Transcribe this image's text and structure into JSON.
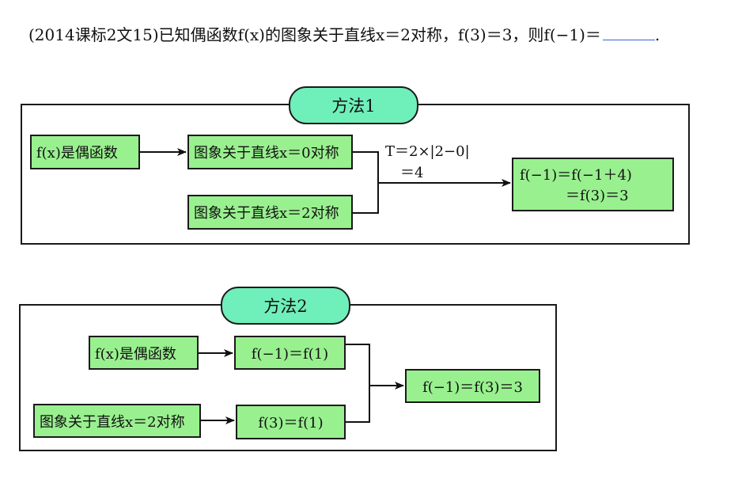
{
  "problem": {
    "text": "(2014课标2文15)已知偶函数f(x)的图象关于直线x＝2对称，f(3)＝3，则f(−1)＝",
    "blank_end": "."
  },
  "method1": {
    "title": "方法1",
    "even_box": "f(x)是偶函数",
    "sym0_box": "图象关于直线x＝0对称",
    "sym2_box": "图象关于直线x＝2对称",
    "period_line1": "T＝2×|2−0|",
    "period_line2": "＝4",
    "result_line1": "f(−1)＝f(−1＋4)",
    "result_line2": "＝f(3)＝3"
  },
  "method2": {
    "title": "方法2",
    "even_box": "f(x)是偶函数",
    "sym2_box": "图象关于直线x＝2对称",
    "eq1_box": "f(−1)＝f(1)",
    "eq2_box": "f(3)＝f(1)",
    "result_box": "f(−1)＝f(3)＝3"
  },
  "colors": {
    "box_fill": "#99f08f",
    "pill_fill": "#6fefb9",
    "blank_line": "#3a63d6"
  }
}
